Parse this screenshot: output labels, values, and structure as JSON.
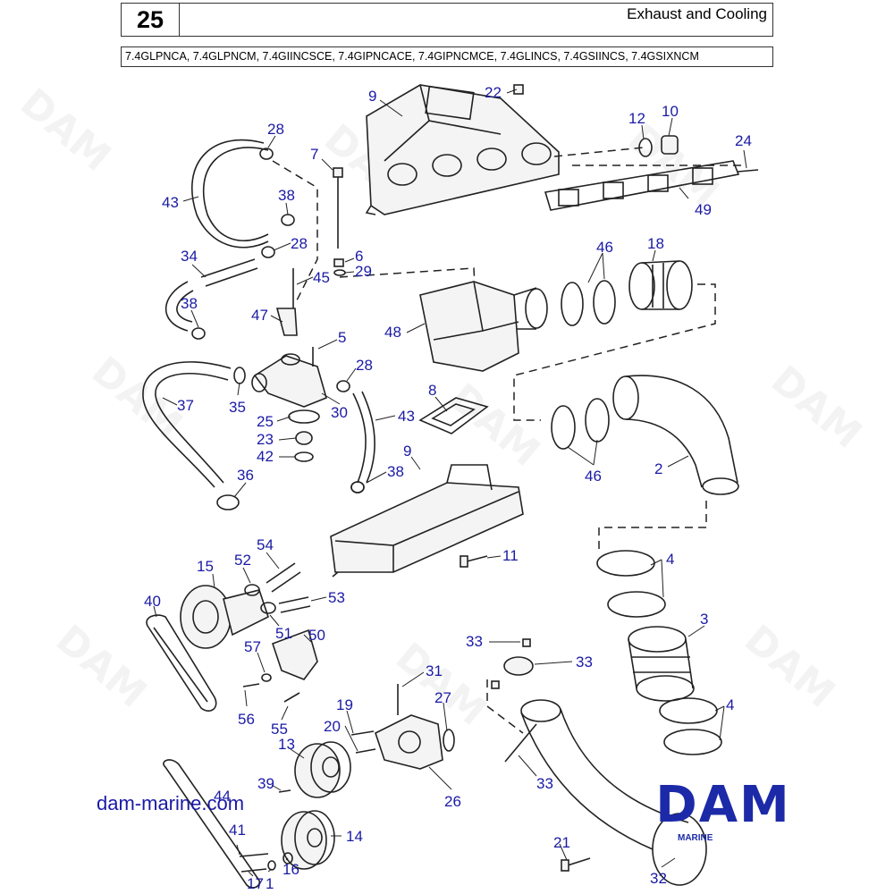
{
  "header": {
    "page_number": "25",
    "title": "Exhaust and Cooling",
    "models": "7.4GLPNCA, 7.4GLPNCM, 7.4GIINCSCE, 7.4GIPNCACE, 7.4GIPNCMCE, 7.4GLINCS, 7.4GSIINCS, 7.4GSIXNCM"
  },
  "footer": {
    "website": "dam-marine.com",
    "brand": "DAM",
    "brand_sub": "MARINE"
  },
  "watermark": "DAM",
  "callouts": [
    {
      "id": "c9a",
      "text": "9"
    },
    {
      "id": "c22",
      "text": "22"
    },
    {
      "id": "c12",
      "text": "12"
    },
    {
      "id": "c10",
      "text": "10"
    },
    {
      "id": "c24",
      "text": "24"
    },
    {
      "id": "c49",
      "text": "49"
    },
    {
      "id": "c28a",
      "text": "28"
    },
    {
      "id": "c7",
      "text": "7"
    },
    {
      "id": "c43a",
      "text": "43"
    },
    {
      "id": "c38a",
      "text": "38"
    },
    {
      "id": "c28b",
      "text": "28"
    },
    {
      "id": "c6",
      "text": "6"
    },
    {
      "id": "c29",
      "text": "29"
    },
    {
      "id": "c34",
      "text": "34"
    },
    {
      "id": "c45",
      "text": "45"
    },
    {
      "id": "c46a",
      "text": "46"
    },
    {
      "id": "c18",
      "text": "18"
    },
    {
      "id": "c38b",
      "text": "38"
    },
    {
      "id": "c47",
      "text": "47"
    },
    {
      "id": "c48",
      "text": "48"
    },
    {
      "id": "c5",
      "text": "5"
    },
    {
      "id": "c28c",
      "text": "28"
    },
    {
      "id": "c37",
      "text": "37"
    },
    {
      "id": "c35",
      "text": "35"
    },
    {
      "id": "c30",
      "text": "30"
    },
    {
      "id": "c8",
      "text": "8"
    },
    {
      "id": "c43b",
      "text": "43"
    },
    {
      "id": "c25",
      "text": "25"
    },
    {
      "id": "c23",
      "text": "23"
    },
    {
      "id": "c42",
      "text": "42"
    },
    {
      "id": "c9b",
      "text": "9"
    },
    {
      "id": "c46b",
      "text": "46"
    },
    {
      "id": "c2",
      "text": "2"
    },
    {
      "id": "c36",
      "text": "36"
    },
    {
      "id": "c38c",
      "text": "38"
    },
    {
      "id": "c54",
      "text": "54"
    },
    {
      "id": "c15",
      "text": "15"
    },
    {
      "id": "c52",
      "text": "52"
    },
    {
      "id": "c11",
      "text": "11"
    },
    {
      "id": "c4a",
      "text": "4"
    },
    {
      "id": "c40",
      "text": "40"
    },
    {
      "id": "c53",
      "text": "53"
    },
    {
      "id": "c51",
      "text": "51"
    },
    {
      "id": "c50",
      "text": "50"
    },
    {
      "id": "c3",
      "text": "3"
    },
    {
      "id": "c33a",
      "text": "33"
    },
    {
      "id": "c33b",
      "text": "33"
    },
    {
      "id": "c57",
      "text": "57"
    },
    {
      "id": "c31",
      "text": "31"
    },
    {
      "id": "c4b",
      "text": "4"
    },
    {
      "id": "c56",
      "text": "56"
    },
    {
      "id": "c55",
      "text": "55"
    },
    {
      "id": "c19",
      "text": "19"
    },
    {
      "id": "c27",
      "text": "27"
    },
    {
      "id": "c20",
      "text": "20"
    },
    {
      "id": "c13",
      "text": "13"
    },
    {
      "id": "c33c",
      "text": "33"
    },
    {
      "id": "c39",
      "text": "39"
    },
    {
      "id": "c26",
      "text": "26"
    },
    {
      "id": "c44",
      "text": "44"
    },
    {
      "id": "c14",
      "text": "14"
    },
    {
      "id": "c41",
      "text": "41"
    },
    {
      "id": "c21",
      "text": "21"
    },
    {
      "id": "c16",
      "text": "16"
    },
    {
      "id": "c1",
      "text": "1"
    },
    {
      "id": "c17",
      "text": "17"
    },
    {
      "id": "c32",
      "text": "32"
    }
  ]
}
